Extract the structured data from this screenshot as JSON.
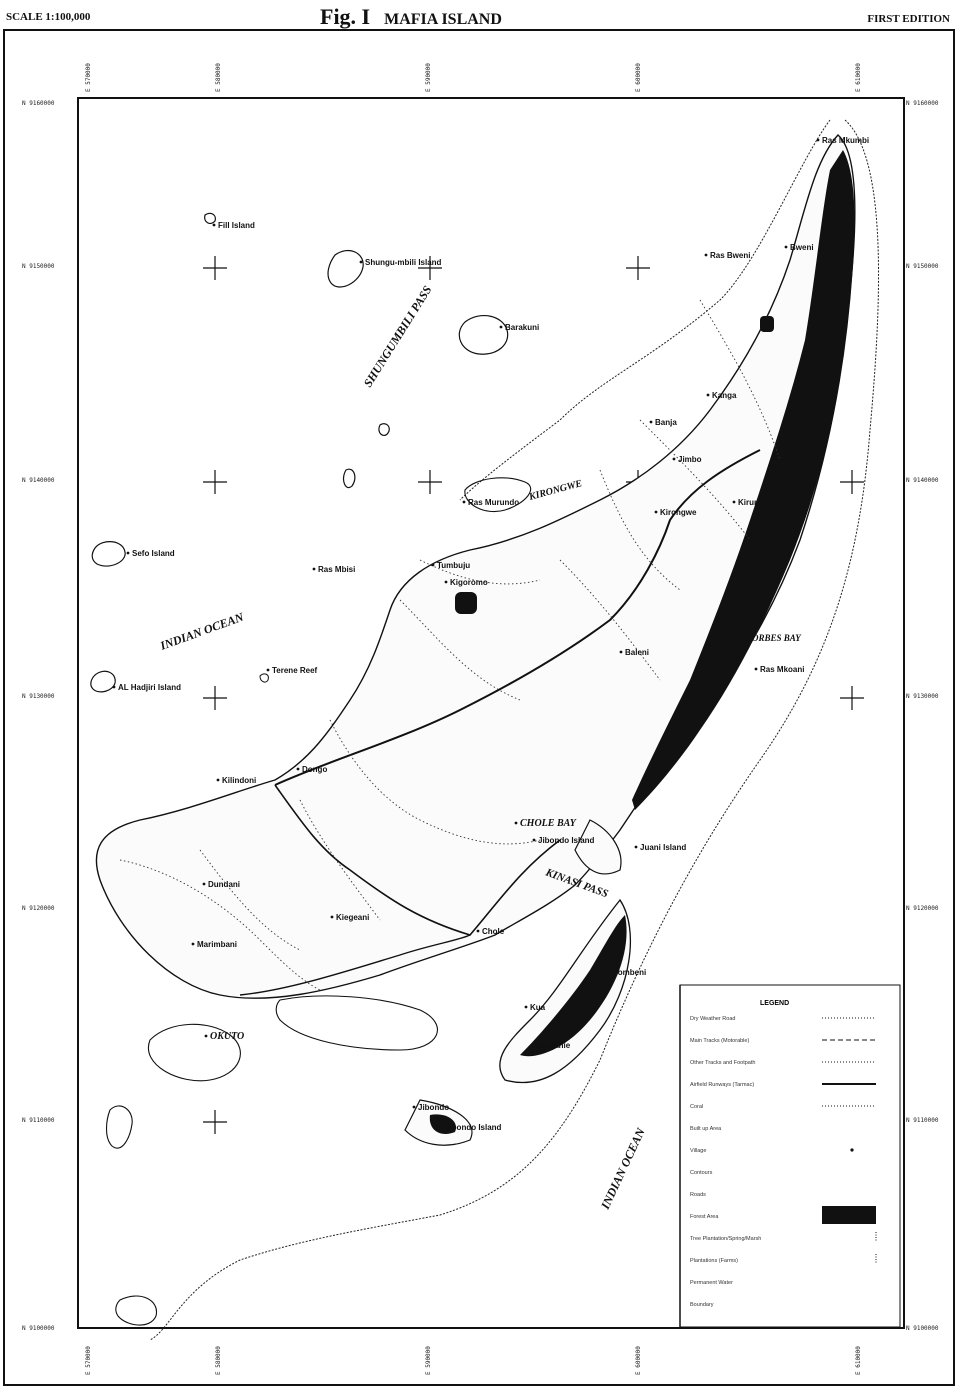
{
  "header": {
    "scale": "SCALE 1:100,000",
    "fig": "Fig. I",
    "title": "MAFIA ISLAND",
    "edition": "FIRST EDITION"
  },
  "place_labels": [
    {
      "id": "fill-island",
      "text": "Fill Island"
    },
    {
      "id": "shungu-mbili",
      "text": "Shungu-mbili Island"
    },
    {
      "id": "barakuni",
      "text": "Barakuni"
    },
    {
      "id": "ras-mkumbi",
      "text": "Ras Mkumbi"
    },
    {
      "id": "ras-bweni",
      "text": "Ras Bweni"
    },
    {
      "id": "bweni",
      "text": "Bweni"
    },
    {
      "id": "kanga",
      "text": "Kanga"
    },
    {
      "id": "banja",
      "text": "Banja"
    },
    {
      "id": "jimbo",
      "text": "Jimbo"
    },
    {
      "id": "kirongwe-village",
      "text": "Kirongwe"
    },
    {
      "id": "ras-murundo",
      "text": "Ras Murundo"
    },
    {
      "id": "sefo-island",
      "text": "Sefo Island"
    },
    {
      "id": "ras-mbisi",
      "text": "Ras Mbisi"
    },
    {
      "id": "tumbuju",
      "text": "Tumbuju"
    },
    {
      "id": "kigoromo",
      "text": "Kigoromo"
    },
    {
      "id": "terene-reef",
      "text": "Terene Reef"
    },
    {
      "id": "al-hadjiri",
      "text": "AL Hadjiri Island"
    },
    {
      "id": "kirongwe-kirunu",
      "text": "Kirunu"
    },
    {
      "id": "baleni",
      "text": "Baleni"
    },
    {
      "id": "ras-mkoani",
      "text": "Ras Mkoani"
    },
    {
      "id": "kilindoni",
      "text": "Kilindoni"
    },
    {
      "id": "dongo",
      "text": "Dongo"
    },
    {
      "id": "chole-bay",
      "text": "CHOLE BAY"
    },
    {
      "id": "jibondo-island",
      "text": "Jibondo Island"
    },
    {
      "id": "juani-island",
      "text": "Juani Island"
    },
    {
      "id": "dundani",
      "text": "Dundani"
    },
    {
      "id": "kiegeani",
      "text": "Kiegeani"
    },
    {
      "id": "chole",
      "text": "Chole"
    },
    {
      "id": "marimbani",
      "text": "Marimbani"
    },
    {
      "id": "kombeni",
      "text": "Kombeni"
    },
    {
      "id": "kua",
      "text": "Kua"
    },
    {
      "id": "mbalanie",
      "text": "Mbalanie"
    },
    {
      "id": "okuto",
      "text": "OKUTO"
    },
    {
      "id": "jibondo",
      "text": "Jibondo"
    },
    {
      "id": "jibondo-island-s",
      "text": "Jibondo Island"
    }
  ],
  "water_labels": {
    "shungumbili_pass": "SHUNGUMBILI PASS",
    "kirongwe": "KIRONGWE",
    "indian_ocean_w": "INDIAN OCEAN",
    "forbes_bay": "FORBES BAY",
    "kinasi_pass": "KINASI PASS",
    "indian_ocean_e": "INDIAN OCEAN"
  },
  "coordinates": {
    "left": [
      "N 9160000",
      "N 9150000",
      "N 9140000",
      "N 9130000",
      "N 9120000",
      "N 9110000",
      "N 9100000"
    ],
    "right": [
      "N 9160000",
      "N 9150000",
      "N 9140000",
      "N 9130000",
      "N 9120000",
      "N 9110000",
      "N 9100000"
    ],
    "top": [
      "E 570000",
      "E 580000",
      "E 590000",
      "E 600000",
      "E 610000"
    ],
    "bottom": [
      "E 570000",
      "E 580000",
      "E 590000",
      "E 600000",
      "E 610000"
    ]
  },
  "legend": {
    "title": "LEGEND",
    "items": [
      {
        "label": "Dry Weather Road",
        "sym": "dotted"
      },
      {
        "label": "Main Tracks (Motorable)",
        "sym": "dashed"
      },
      {
        "label": "Other Tracks and Footpath",
        "sym": "dotted2"
      },
      {
        "label": "Airfield Runways (Tarmac)",
        "sym": "solid"
      },
      {
        "label": "Coral",
        "sym": "coral"
      },
      {
        "label": "Built up Area",
        "sym": "none"
      },
      {
        "label": "Village",
        "sym": "dot"
      },
      {
        "label": "Contours",
        "sym": "none"
      },
      {
        "label": "Roads",
        "sym": "none"
      },
      {
        "label": "Forest Area",
        "sym": "block"
      },
      {
        "label": "Tree Plantation/Spring/Marsh",
        "sym": "ticks"
      },
      {
        "label": "Plantations (Farms)",
        "sym": "ticks2"
      },
      {
        "label": "Permanent Water",
        "sym": "none"
      },
      {
        "label": "Boundary",
        "sym": "none"
      }
    ]
  }
}
